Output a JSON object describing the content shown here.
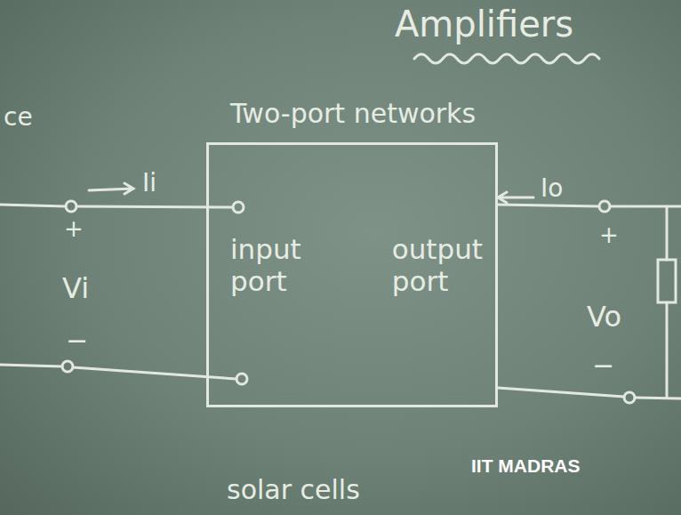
{
  "diagram": {
    "title": "Amplifiers",
    "nodes": [
      {
        "text": [
          "Two-port networks",
          "input port",
          "output port"
        ]
      }
    ],
    "labels": [
      "ce",
      "Ii",
      "Io",
      "+",
      "Vi",
      "−",
      "+",
      "Vo",
      "−",
      "solar cells",
      "IIT MADRAS"
    ]
  }
}
